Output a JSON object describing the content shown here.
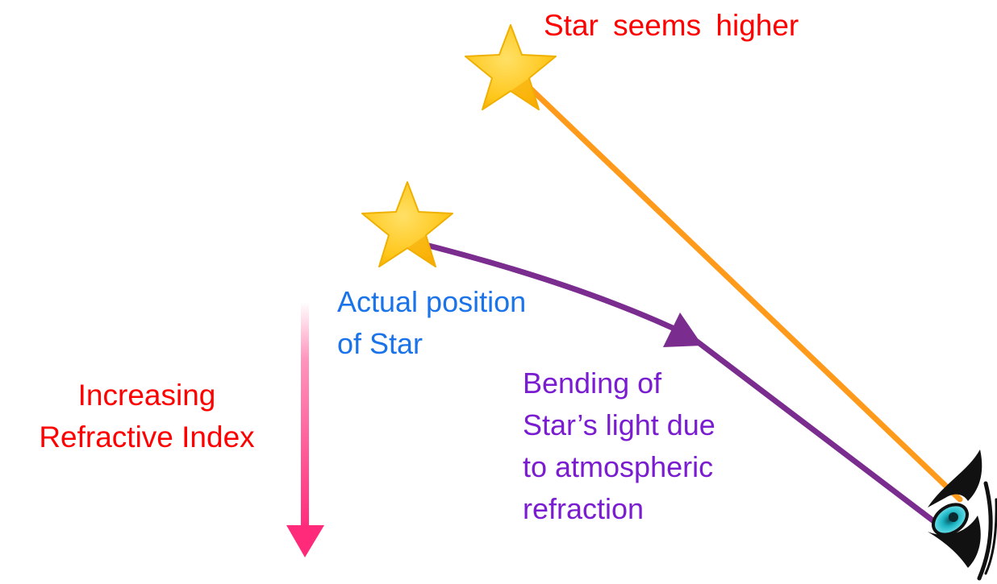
{
  "labels": {
    "apparent_star": "Star seems higher",
    "actual_star_line1": "Actual position",
    "actual_star_line2": "of Star",
    "bending_line1": "Bending of",
    "bending_line2": "Star’s light due",
    "bending_line3": "to atmospheric",
    "bending_line4": "refraction",
    "index_line1": "Increasing",
    "index_line2": "Refractive Index"
  },
  "colors": {
    "apparent_text": "#ff0000",
    "actual_text": "#1a73e8",
    "bending_text": "#7a1ccf",
    "index_text": "#ff0000",
    "apparent_ray": "#ff9a1a",
    "refracted_ray": "#7b2c8f",
    "index_arrow": "#ff2a7a",
    "star_fill": "#ffcc1a",
    "eye_iris": "#1ab3c2",
    "eye_outline": "#111111"
  },
  "icons": {
    "apparent_star": "star-icon",
    "actual_star": "star-icon",
    "observer": "eye-icon"
  }
}
